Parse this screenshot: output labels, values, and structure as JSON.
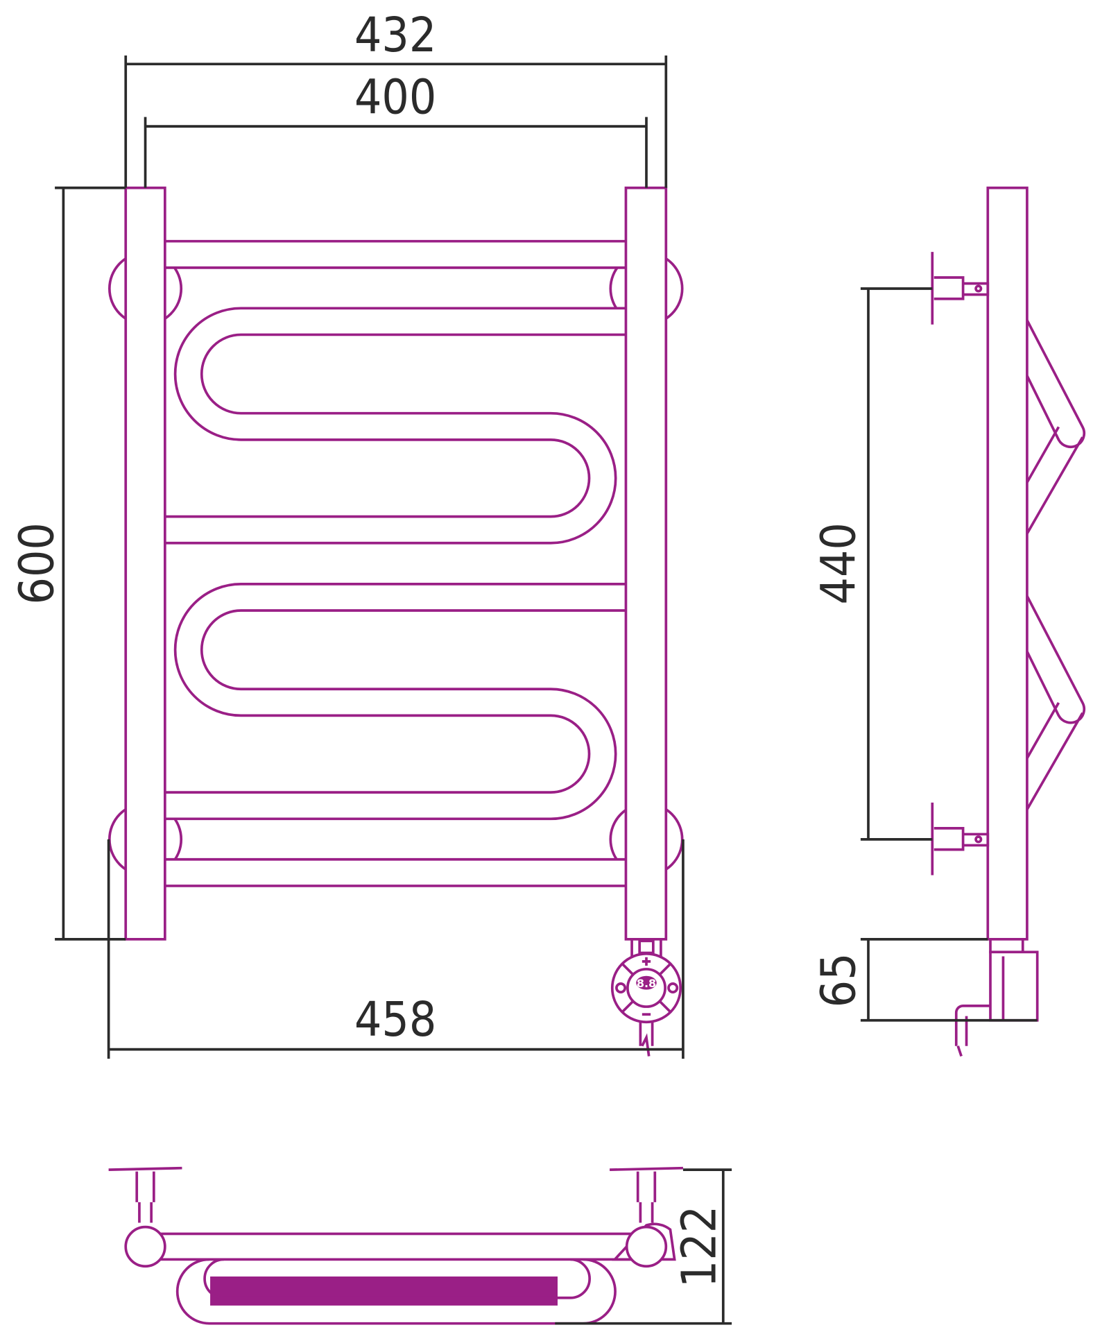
{
  "title": "Towel rail dimension drawing",
  "dimensions": {
    "overall_width": "432",
    "center_distance": "400",
    "height": "600",
    "width_with_heater": "458",
    "mount_distance": "440",
    "heater_drop": "65",
    "depth": "122"
  },
  "heater_display": "8.8",
  "colors": {
    "outline": "#9a1f86",
    "dimension": "#2b2b2b"
  }
}
